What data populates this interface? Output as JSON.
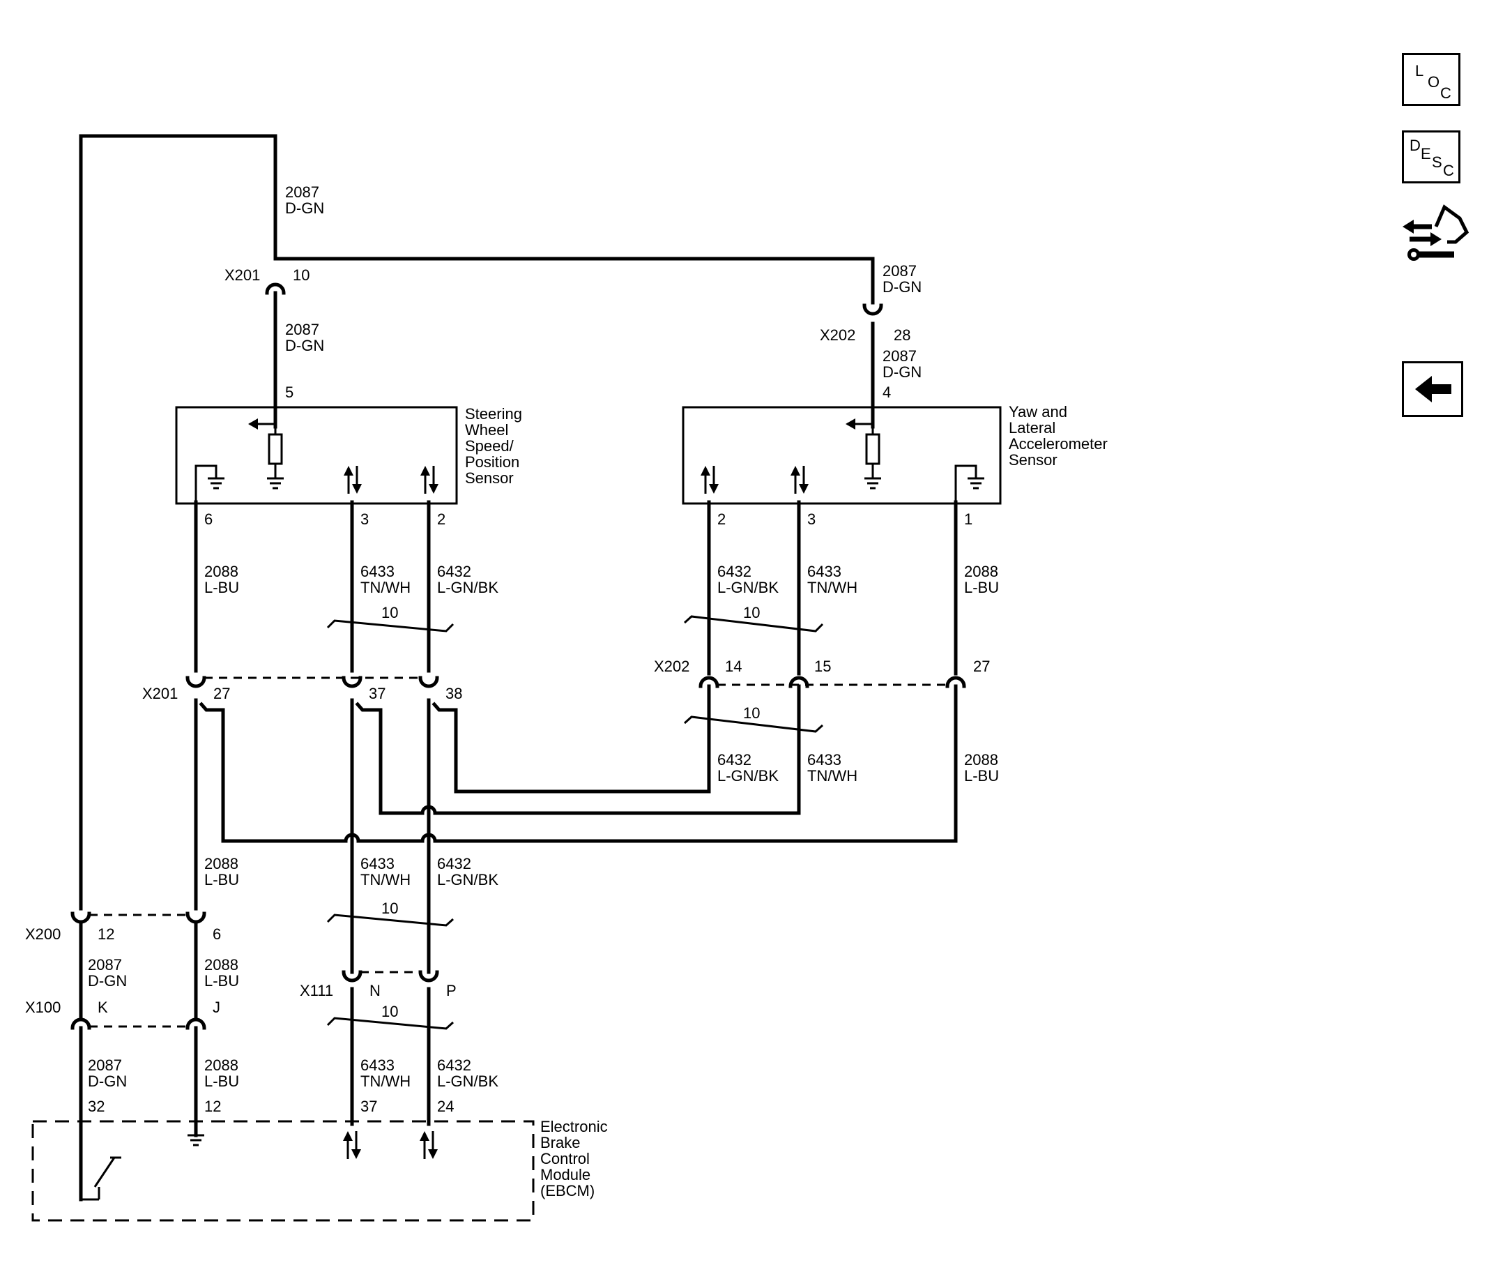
{
  "side_buttons": {
    "loc": {
      "l1": "L",
      "l2": "O",
      "l3": "C"
    },
    "desc": {
      "l1": "D",
      "l2": "E",
      "l3": "S",
      "l4": "C"
    }
  },
  "components": {
    "steering": {
      "l1": "Steering",
      "l2": "Wheel",
      "l3": "Speed/",
      "l4": "Position",
      "l5": "Sensor"
    },
    "yaw": {
      "l1": "Yaw and",
      "l2": "Lateral",
      "l3": "Accelerometer",
      "l4": "Sensor"
    },
    "ebcm": {
      "l1": "Electronic",
      "l2": "Brake",
      "l3": "Control",
      "l4": "Module",
      "l5": "(EBCM)"
    }
  },
  "connectors": {
    "x201": "X201",
    "x202": "X202",
    "x200": "X200",
    "x100": "X100",
    "x111": "X111"
  },
  "pins": {
    "x201_top": "10",
    "x202_top": "28",
    "sws_pwr": "5",
    "yaw_pwr": "4",
    "sws_gnd": "6",
    "sws_p3": "3",
    "sws_p2": "2",
    "yaw_p2": "2",
    "yaw_p3": "3",
    "yaw_p1": "1",
    "x201_27": "27",
    "x201_37": "37",
    "x201_38": "38",
    "x202_14": "14",
    "x202_15": "15",
    "x202_27": "27",
    "x200_12": "12",
    "x200_6": "6",
    "x100_k": "K",
    "x100_j": "J",
    "x111_n": "N",
    "x111_p": "P",
    "ebcm_32": "32",
    "ebcm_12": "12",
    "ebcm_37": "37",
    "ebcm_24": "24"
  },
  "circuits": {
    "c2087": "2087",
    "dgn": "D-GN",
    "c2088": "2088",
    "lbu": "L-BU",
    "c6433": "6433",
    "tnwh": "TN/WH",
    "c6432": "6432",
    "lgnbk": "L-GN/BK",
    "twist": "10"
  }
}
